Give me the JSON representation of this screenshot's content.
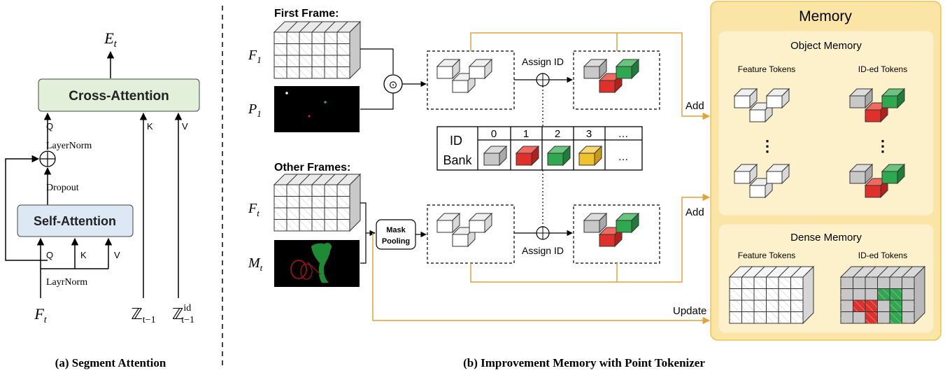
{
  "segment_attention": {
    "output_label": "E",
    "output_sub": "t",
    "cross_attention": "Cross-Attention",
    "self_attention": "Self-Attention",
    "q": "Q",
    "k": "K",
    "v": "V",
    "layernorm_top": "LayerNorm",
    "dropout": "Dropout",
    "layernorm_bottom": "LayrNorm",
    "input_f": "F",
    "input_f_sub": "t",
    "input_z": "ℤ",
    "input_z_sub": "t−1",
    "input_zid": "ℤ",
    "input_zid_sup": "id",
    "input_zid_sub": "t−1",
    "caption": "(a) Segment Attention"
  },
  "memory_pipeline": {
    "first_frame": "First Frame:",
    "other_frames": "Other Frames:",
    "f1": "F",
    "f1_sub": "1",
    "p1": "P",
    "p1_sub": "1",
    "ft": "F",
    "ft_sub": "t",
    "mt": "M",
    "mt_sub": "t",
    "elementwise_op": "⊙",
    "mask_pooling_line1": "Mask",
    "mask_pooling_line2": "Pooling",
    "assign_id": "Assign ID",
    "id_bank_line1": "ID",
    "id_bank_line2": "Bank",
    "id_bank_indices": [
      "0",
      "1",
      "2",
      "3",
      "…"
    ],
    "id_bank_more": "…",
    "add": "Add",
    "update": "Update",
    "caption": "(b) Improvement Memory with Point Tokenizer"
  },
  "memory": {
    "title": "Memory",
    "object_memory": "Object Memory",
    "dense_memory": "Dense Memory",
    "feature_tokens": "Feature Tokens",
    "ided_tokens": "ID-ed Tokens",
    "ellipsis": "⋮"
  },
  "colors": {
    "cross_attention_fill": "#e2efd9",
    "self_attention_fill": "#dde8f5",
    "memory_outer": "#fbe5a6",
    "memory_inner": "#fdf1cc",
    "memory_border": "#f2c14e",
    "arrow_orange": "#e3a13a",
    "token_gray": "#c8c8c8",
    "token_red": "#e0302a",
    "token_green": "#2fa84f",
    "token_yellow": "#f2c12e"
  }
}
